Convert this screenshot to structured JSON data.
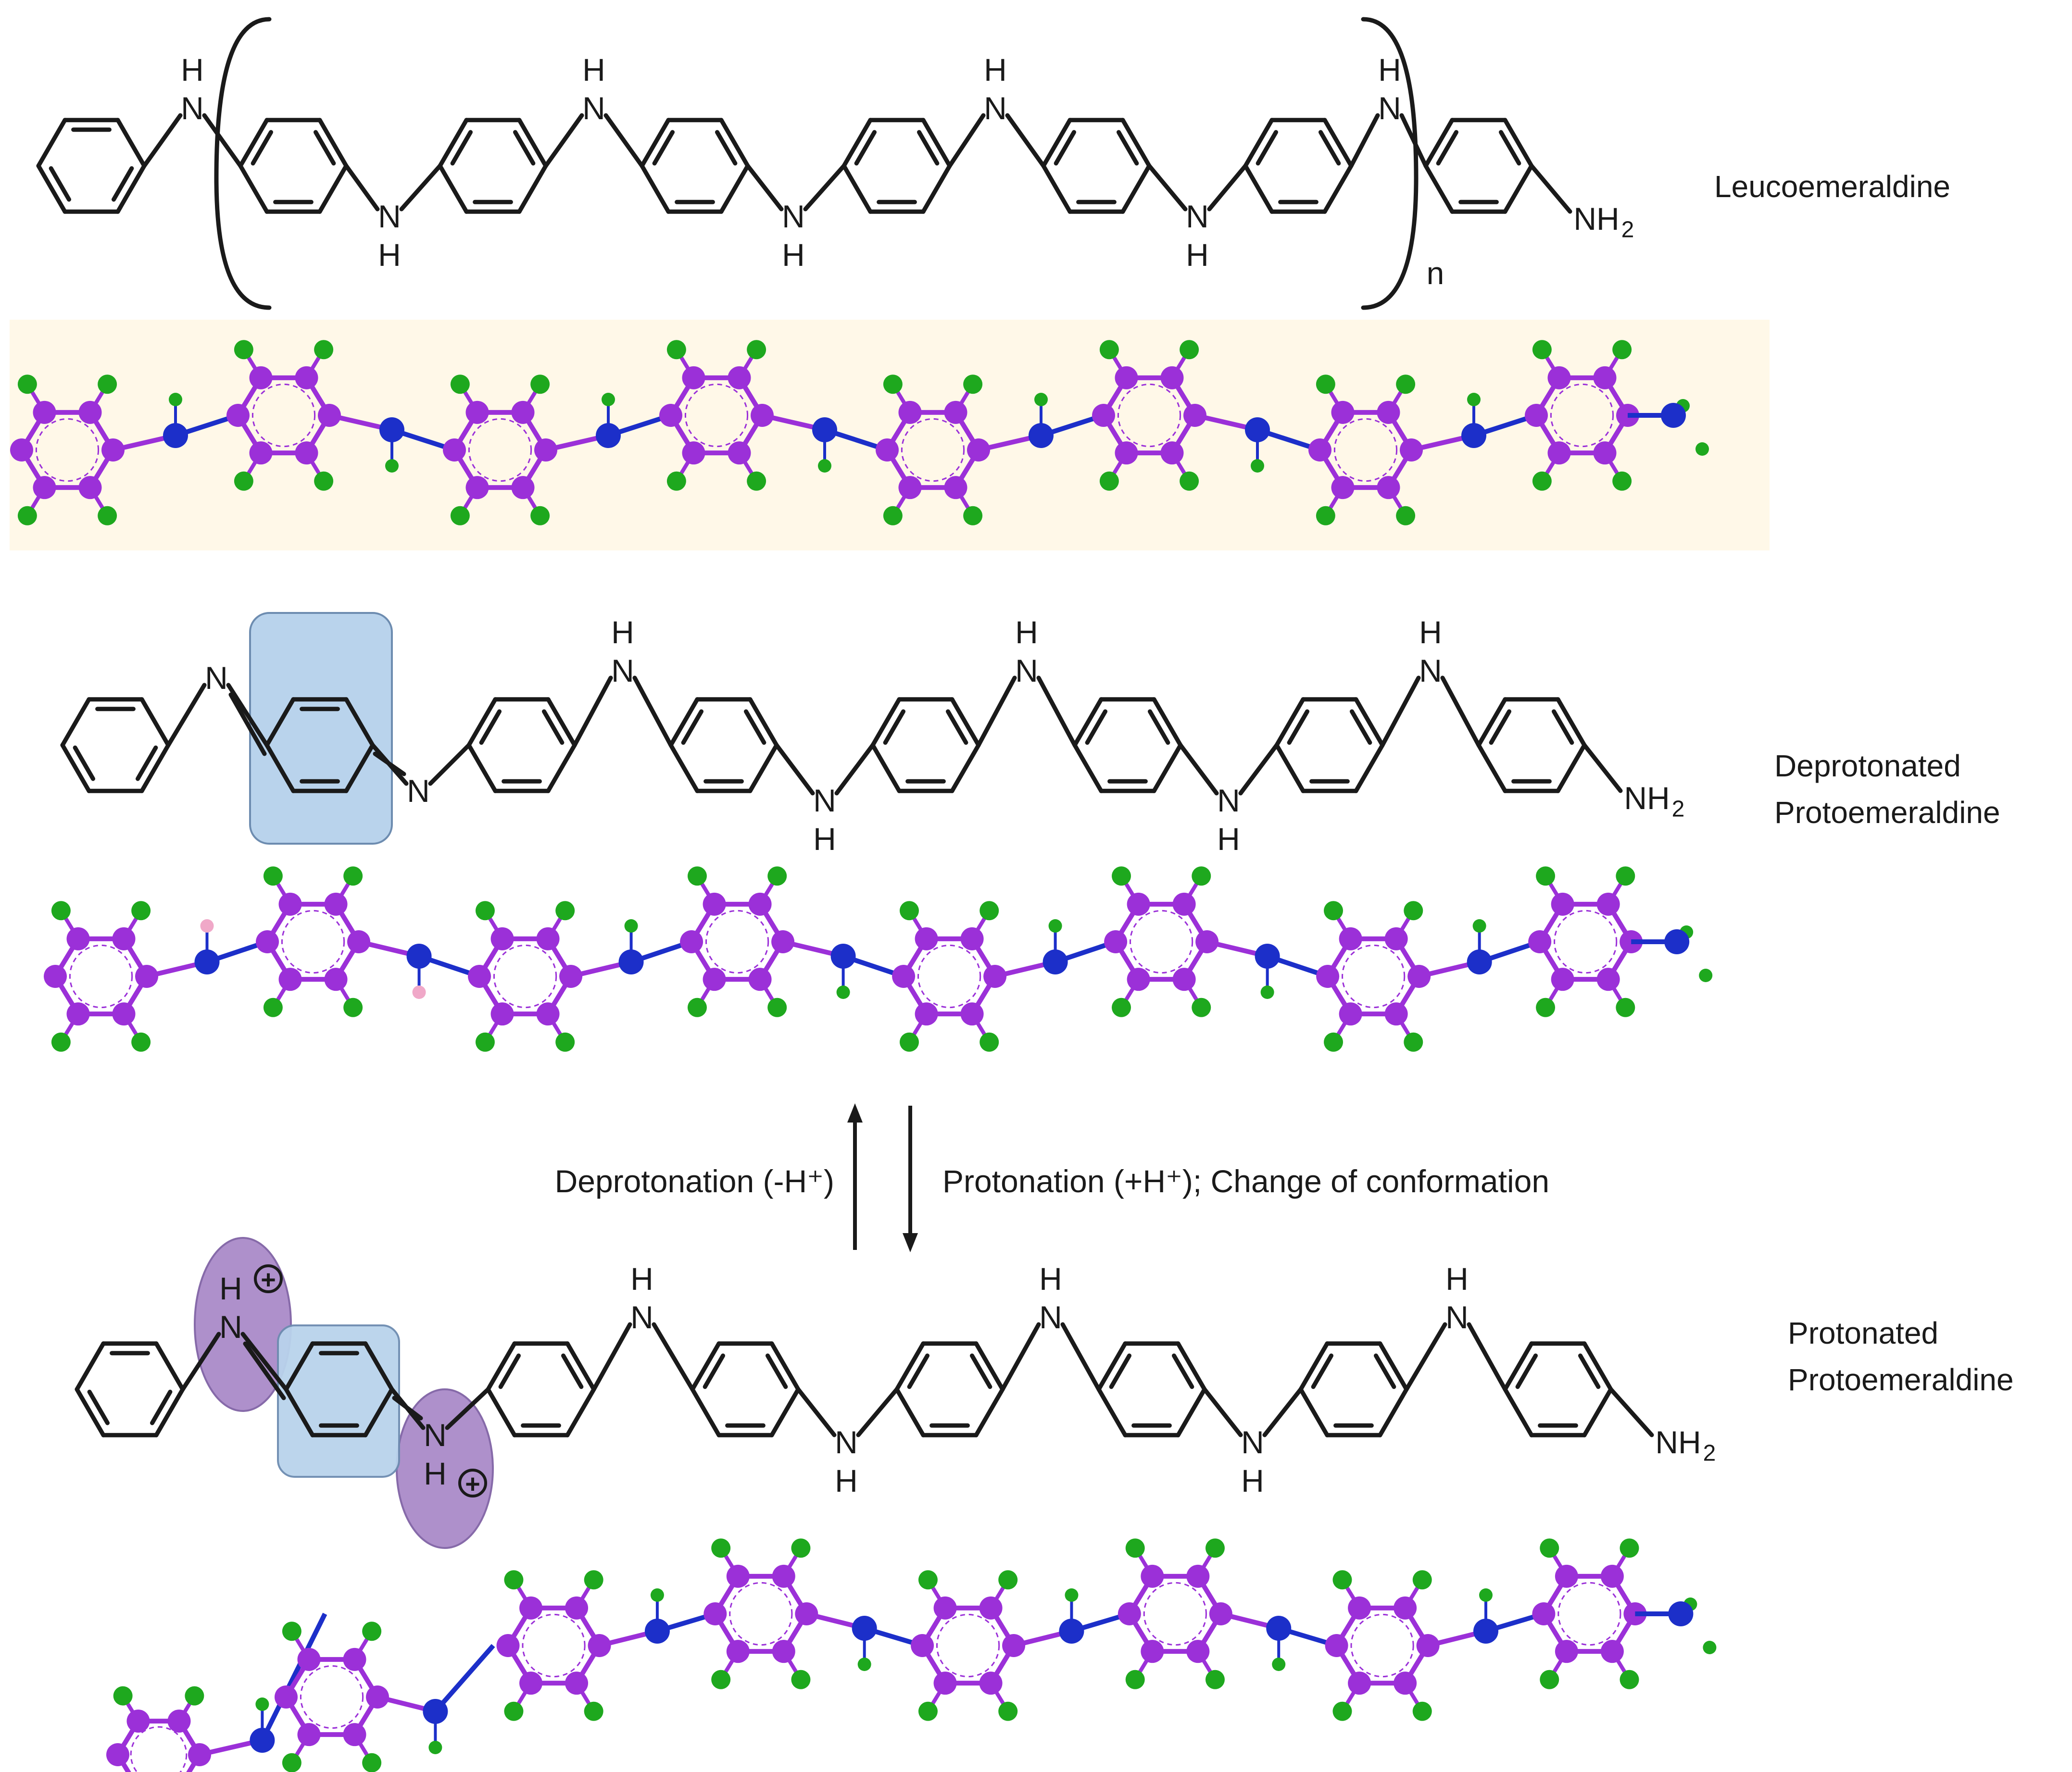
{
  "labels": {
    "leucoemeraldine": "Leucoemeraldine",
    "deprotonated_line1": "Deprotonated",
    "deprotonated_line2": "Protoemeraldine",
    "protonated_line1": "Protonated",
    "protonated_line2": "Protoemeraldine",
    "deprotonation": "Deprotonation (-H⁺)",
    "protonation": "Protonation (+H⁺); Change of conformation",
    "repeat_n": "n"
  },
  "atoms": {
    "N": "N",
    "H": "H",
    "NH2": "NH",
    "sub2": "2",
    "charge": "+"
  },
  "colors": {
    "carbon": "#9b30d8",
    "hydrogen": "#1ea81e",
    "nitrogen": "#1c2fc9",
    "imine_h": "#f0a8c8",
    "quinoid_box": "#b9d3ec",
    "charge_ellipse": "#a684c6",
    "model_bg": "#fff8e8"
  }
}
